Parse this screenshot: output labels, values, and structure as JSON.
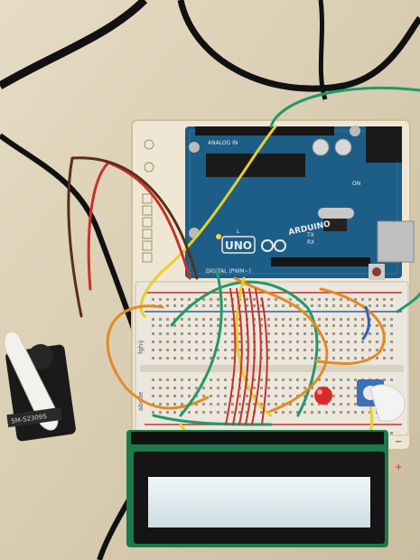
{
  "arduino": {
    "uno_label": "UNO",
    "brand_label": "ARDUINO",
    "digital_label": "DIGITAL (PWM~)",
    "analog_label": "ANALOG IN",
    "tx_label": "TX",
    "rx_label": "RX",
    "l_label": "L",
    "on_label": "ON"
  },
  "servo": {
    "model_label": "SM-S2309S"
  },
  "breadboard": {
    "rail_plus": "+",
    "rail_minus": "−",
    "col_letters_top": "fghij",
    "col_letters_bottom": "abcde"
  },
  "colors": {
    "table": "#d8cdb4",
    "arduino_board": "#1d5e86",
    "breadboard": "#ece7dc",
    "lcd_screen": "#dde8ea",
    "wire_green": "#1f9a6a",
    "wire_orange": "#e48a22",
    "wire_yellow": "#e8cf2a",
    "wire_red": "#c8302a",
    "led_red": "#d82a2a",
    "pot_blue": "#3a72b8"
  }
}
